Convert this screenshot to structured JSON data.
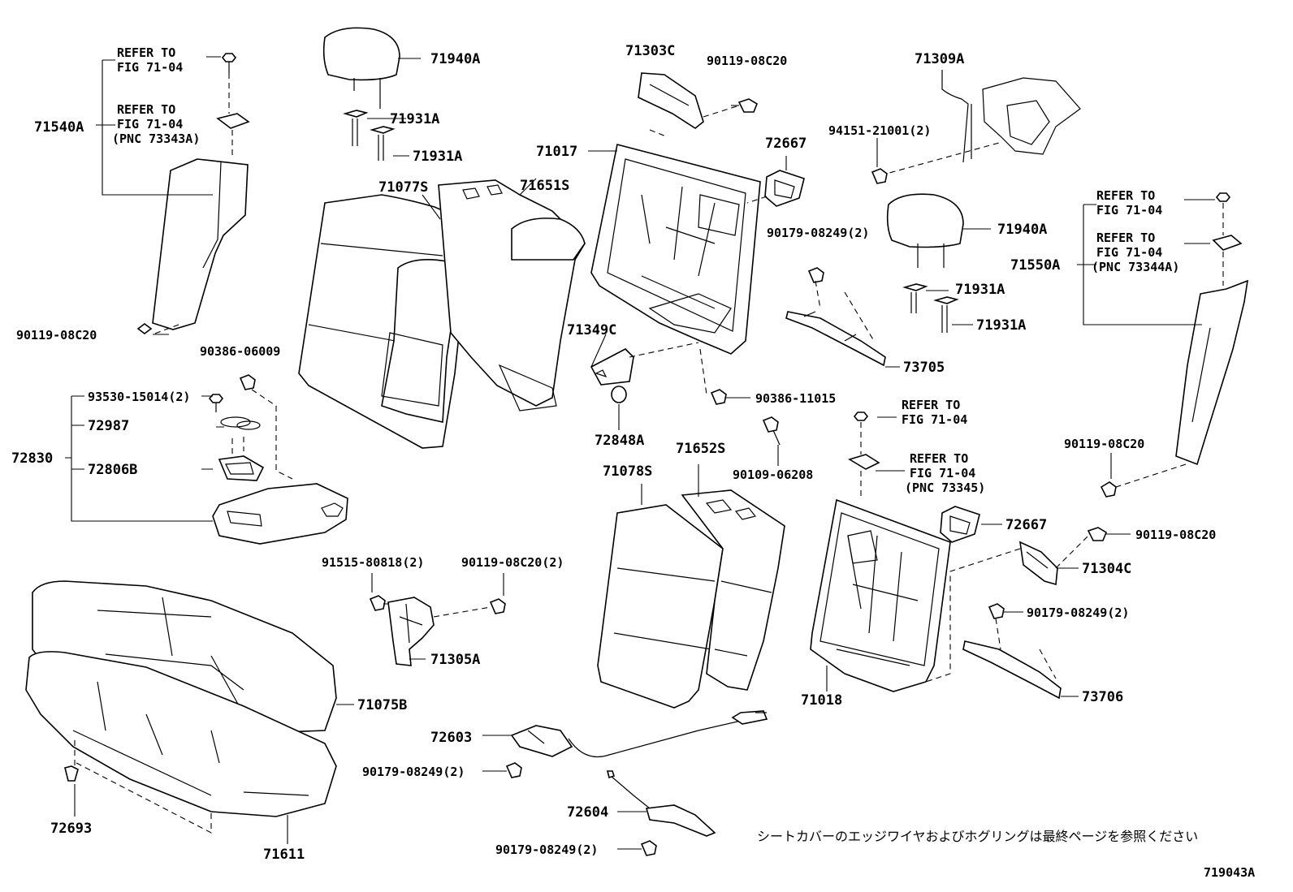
{
  "labels": {
    "l71940A_1": "71940A",
    "l71931A_1": "71931A",
    "l71931A_2": "71931A",
    "l71303C": "71303C",
    "l90119_08C20_1": "90119-08C20",
    "l71309A": "71309A",
    "l94151": "94151-21001(2)",
    "l71017": "71017",
    "l72667_1": "72667",
    "l71077S": "71077S",
    "l71651S": "71651S",
    "l90179_1": "90179-08249(2)",
    "l71940A_2": "71940A",
    "l71931A_3": "71931A",
    "l71931A_4": "71931A",
    "l71349C": "71349C",
    "l73705": "73705",
    "l90386_11015": "90386-11015",
    "l72848A": "72848A",
    "l90109_06208": "90109-06208",
    "l71652S": "71652S",
    "l71078S": "71078S",
    "l72667_2": "72667",
    "l90119_08C20_2": "90119-08C20",
    "l71304C": "71304C",
    "l90179_2": "90179-08249(2)",
    "l73706": "73706",
    "l71018": "71018",
    "l71540A": "71540A",
    "l71550A": "71550A",
    "l90119_08C20_3": "90119-08C20",
    "l90119_08C20_4": "90119-08C20",
    "l90386_06009": "90386-06009",
    "l93530": "93530-15014(2)",
    "l72987": "72987",
    "l72830": "72830",
    "l72806B": "72806B",
    "l91515": "91515-80818(2)",
    "l90119_08C20_5": "90119-08C20(2)",
    "l71305A": "71305A",
    "l71075B": "71075B",
    "l72603": "72603",
    "l90179_3": "90179-08249(2)",
    "l72604": "72604",
    "l90179_4": "90179-08249(2)",
    "l72693": "72693",
    "l71611": "71611",
    "ref1a": "REFER TO",
    "ref1b": "FIG 71-04",
    "ref2a": "REFER TO",
    "ref2b": "FIG 71-04",
    "ref2c": "(PNC 73343A)",
    "ref3a": "REFER TO",
    "ref3b": "FIG 71-04",
    "ref4a": "REFER TO",
    "ref4b": "FIG 71-04",
    "ref4c": "(PNC 73344A)",
    "ref5a": "REFER TO",
    "ref5b": "FIG 71-04",
    "ref6a": "REFER TO",
    "ref6b": "FIG 71-04",
    "ref6c": "(PNC 73345)"
  },
  "note": "シートカバーのエッジワイヤおよびホグリングは最終ページを参照ください",
  "figure_id": "719043A"
}
